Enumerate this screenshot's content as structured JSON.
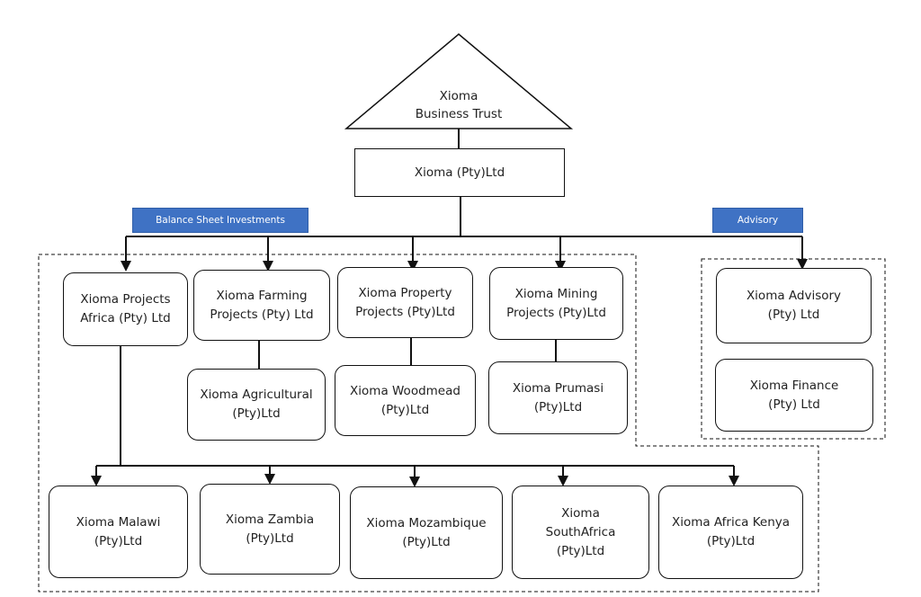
{
  "trust": {
    "line1": "Xioma",
    "line2": "Business Trust"
  },
  "holding": "Xioma (Pty)Ltd",
  "banners": {
    "investments": "Balance Sheet Investments",
    "advisory": "Advisory"
  },
  "divisions": {
    "projects_africa": "Xioma Projects\nAfrica (Pty) Ltd",
    "farming": "Xioma Farming\nProjects (Pty) Ltd",
    "property": "Xioma Property\nProjects (Pty)Ltd",
    "mining": "Xioma Mining\nProjects (Pty)Ltd"
  },
  "subsidiaries": {
    "agricultural": "Xioma Agricultural\n(Pty)Ltd",
    "woodmead": "Xioma Woodmead\n(Pty)Ltd",
    "prumasi": "Xioma Prumasi\n(Pty)Ltd"
  },
  "african_entities": {
    "malawi": "Xioma Malawi\n(Pty)Ltd",
    "zambia": "Xioma Zambia\n(Pty)Ltd",
    "mozambique": "Xioma Mozambique\n(Pty)Ltd",
    "south_africa": "Xioma\nSouthAfrica\n(Pty)Ltd",
    "kenya": "Xioma Africa Kenya\n(Pty)Ltd"
  },
  "advisory_entities": {
    "advisory": "Xioma Advisory\n(Pty) Ltd",
    "finance": "Xioma Finance\n(Pty) Ltd"
  },
  "colors": {
    "banner": "#3f72c4",
    "line": "#111111"
  }
}
